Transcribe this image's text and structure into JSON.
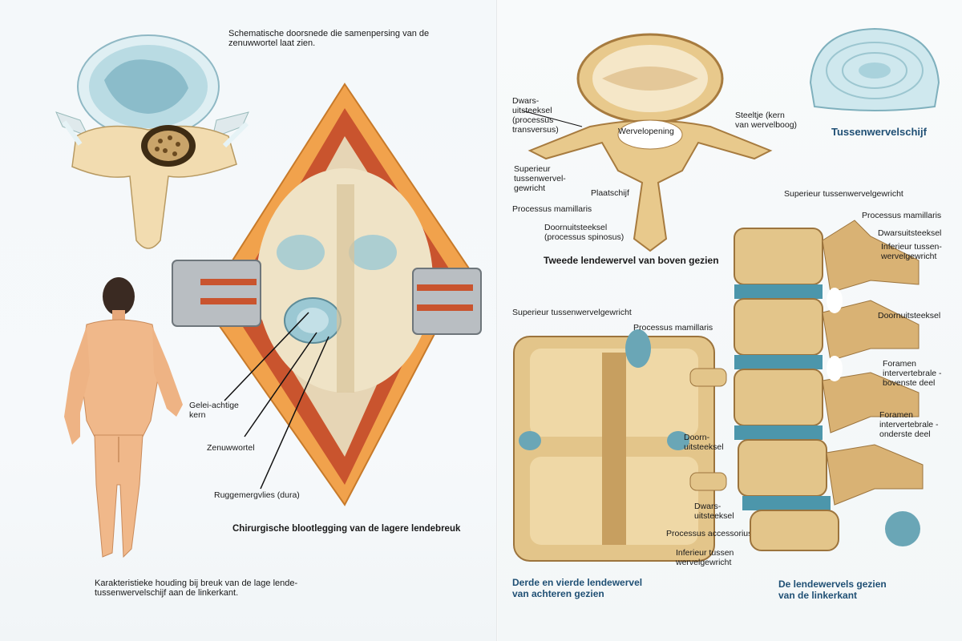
{
  "left": {
    "caption_cross_section": "Schematische doorsnede die samenpersing van de\nzenuwwortel laat zien.",
    "label_gelei": "Gelei-achtige\nkern",
    "label_zenuwwortel": "Zenuwwortel",
    "label_ruggemergvlies": "Ruggemergvlies (dura)",
    "caption_surgery": "Chirurgische blootlegging van de lagere lendebreuk",
    "caption_posture": "Karakteristieke houding bij breuk van de lage lende-\ntussenwervelschijf aan de linkerkant."
  },
  "right": {
    "label_dwars_uitsteeksel": "Dwars-\nuitsteeksel\n(processus\ntransversus)",
    "label_superieur_gewricht_top": "Superieur\ntussenwervel-\ngewricht",
    "label_plaatschijf": "Plaatschijf",
    "label_processus_mamillaris_top": "Processus mamillaris",
    "label_doornuitsteeksel_top": "Doornuitsteeksel\n(processus spinosus)",
    "label_steeltje": "Steeltje (kern\nvan wervelboog)",
    "label_wervelopening": "Wervelopening",
    "label_tussenwervelschijf": "Tussenwervelschijf",
    "caption_top_view": "Tweede lendewervel van boven gezien",
    "label_superieur_gewricht_mid": "Superieur tussenwervelgewricht",
    "label_processus_mamillaris_mid": "Processus mamillaris",
    "label_doorn_uitsteeksel": "Doorn-\nuitsteeksel",
    "label_dwars_uitsteeksel_back": "Dwars-\nuitsteeksel",
    "label_processus_accessorius": "Processus accessorius",
    "label_inferieur_gewricht": "Inferieur tussen\nwervelgewricht",
    "caption_back_view": "Derde en vierde lendewervel\nvan achteren gezien",
    "label_superieur_gewricht_side": "Superieur tussenwervelgewricht",
    "label_processus_mamillaris_side": "Processus mamillaris",
    "label_dwarsuitsteeksel_side1": "Dwarsuitsteeksel",
    "label_inferieur_side": "Inferieur tussen-\nwervelgewricht",
    "label_doornuitsteeksel_side": "Doornuitsteeksel",
    "label_foramen_boven": "Foramen\nintervertebrale -\nbovenste deel",
    "label_foramen_onder": "Foramen\nintervertebrale -\nonderste deel",
    "caption_side_view": "De lendewervels gezien\nvan de linkerkant"
  },
  "colors": {
    "bone": "#e8c98c",
    "bone_dark": "#b98a4a",
    "disc": "#6aa6b6",
    "muscle": "#c9542e",
    "skin": "#f0b88a",
    "caption_blue": "#1f4f74"
  }
}
